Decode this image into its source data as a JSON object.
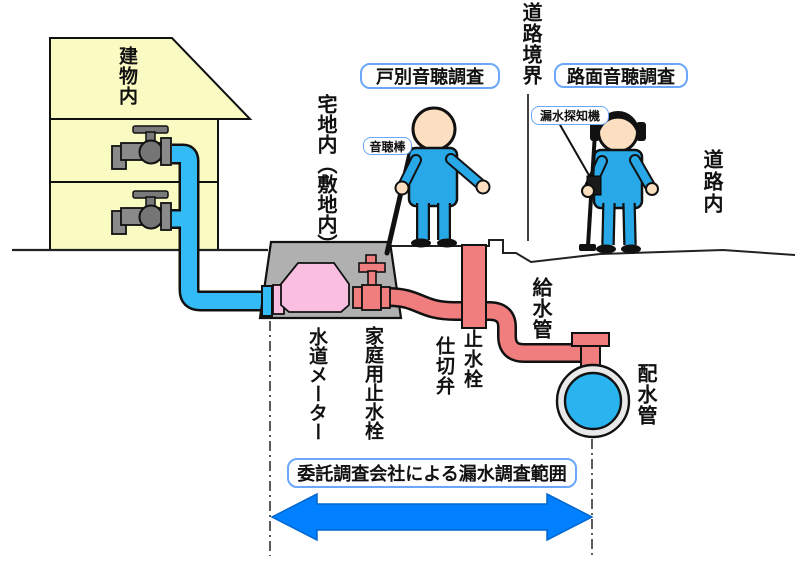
{
  "diagram": {
    "labels": {
      "building": "建物内",
      "premises": "宅地内（敷地内）",
      "road_boundary": "道路境界",
      "road": "道路内",
      "door_survey": "戸別音聴調査",
      "road_survey": "路面音聴調査",
      "listening_stick": "音聴棒",
      "leak_detector": "漏水探知機",
      "water_meter": "水道メーター",
      "household_stop_valve": "家庭用止水栓",
      "stop_valve": "止水栓",
      "gate_valve": "仕切弁",
      "supply_pipe": "給水管",
      "distribution_pipe": "配水管",
      "survey_range": "委託調査会社による漏水調査範囲"
    },
    "colors": {
      "house_fill": "#FAFAC3",
      "pipe_blue": "#33BBF5",
      "worker_blue": "#29A8E8",
      "service_pipe_red": "#F07E7E",
      "meter_pink": "#F9BEE0",
      "meter_box_gray": "#B0B0B0",
      "main_ring_gray": "#E9E9E9",
      "main_blue": "#29B4F0",
      "arrow_blue": "#0080FF",
      "callout_border_blue": "#6CA6F8",
      "skin": "#FBDFC0"
    }
  }
}
